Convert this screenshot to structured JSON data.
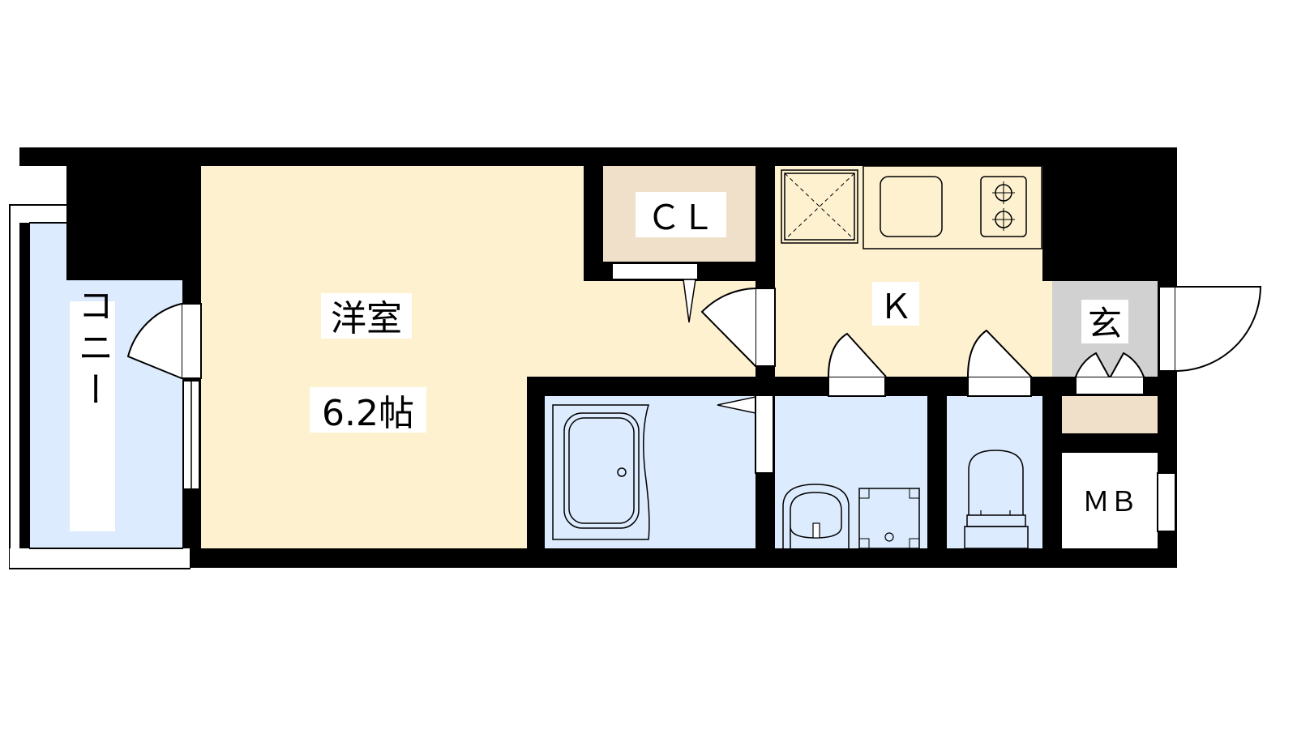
{
  "floorplan": {
    "rooms": {
      "western_room": {
        "name": "洋室",
        "size": "6.2帖"
      },
      "closet": {
        "name": "ＣＬ"
      },
      "kitchen": {
        "name": "Ｋ"
      },
      "entrance": {
        "name": "玄"
      },
      "balcony": {
        "name": "バルコニー"
      },
      "meter_box": {
        "name": "ＭＢ"
      }
    },
    "colors": {
      "wall": "#000000",
      "living_floor": "#fdf1d0",
      "wet_area": "#dcebfd",
      "closet": "#f0e0c9",
      "entrance": "#d1d1d1",
      "background": "#ffffff"
    }
  }
}
